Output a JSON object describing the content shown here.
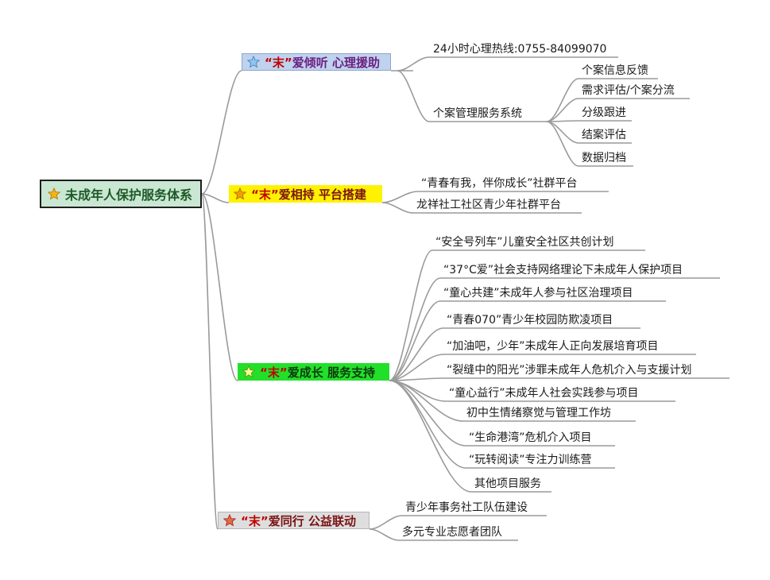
{
  "root": {
    "label": "未成年人保护服务体系",
    "icon": "star-icon",
    "color": "#c9e7d2"
  },
  "branches": [
    {
      "label": "“末”爱倾听 心理援助",
      "quote": "“末”",
      "rest": "爱倾听 心理援助",
      "icon": "star-icon",
      "color": "#bfd2ee",
      "items": [
        "24小时心理热线:0755-84099070",
        "个案管理服务系统"
      ],
      "subitems": [
        "个案信息反馈",
        "需求评估/个案分流",
        "分级跟进",
        "结案评估",
        "数据归档"
      ]
    },
    {
      "label": "“末”爱相持 平台搭建",
      "quote": "“末”",
      "rest": "爱相持 平台搭建",
      "icon": "star-icon",
      "color": "#fff200",
      "items": [
        "“青春有我，伴你成长”社群平台",
        "龙祥社工社区青少年社群平台"
      ]
    },
    {
      "label": "“末”爱成长 服务支持",
      "quote": "“末”",
      "rest": "爱成长 服务支持",
      "icon": "star-icon",
      "color": "#22e02a",
      "items": [
        "“安全号列车”儿童安全社区共创计划",
        "“37°C爱”社会支持网络理论下未成年人保护项目",
        "“童心共建”未成年人参与社区治理项目",
        "“青春070”青少年校园防欺凌项目",
        "“加油吧，少年”未成年人正向发展培育项目",
        "“裂缝中的阳光”涉罪未成年人危机介入与支援计划",
        "“童心益行”未成年人社会实践参与项目",
        "初中生情绪察觉与管理工作坊",
        "“生命港湾”危机介入项目",
        "“玩转阅读”专注力训练营",
        "其他项目服务"
      ]
    },
    {
      "label": "“末”爱同行 公益联动",
      "quote": "“末”",
      "rest": "爱同行 公益联动",
      "icon": "star-icon",
      "color": "#dedede",
      "items": [
        "青少年事务社工队伍建设",
        "多元专业志愿者团队"
      ]
    }
  ],
  "colors": {
    "connector": "#9a9a9a",
    "star": "#f5b400"
  }
}
